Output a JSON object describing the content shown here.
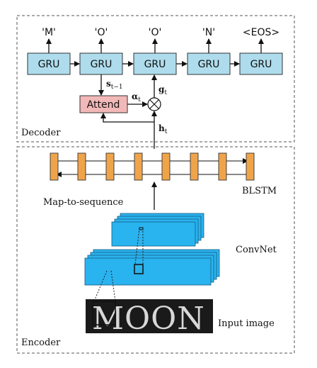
{
  "decoder": {
    "label": "Decoder",
    "outputs": [
      "'M'",
      "'O'",
      "'O'",
      "'N'",
      "<EOS>"
    ],
    "cell_label": "GRU",
    "attend_label": "Attend",
    "state_label": "s",
    "state_sub": "t−1",
    "alpha_label": "α",
    "alpha_sub": "t",
    "g_label": "g",
    "g_sub": "t",
    "h_label": "h",
    "h_sub": "t",
    "combine_symbol": "⊗"
  },
  "encoder": {
    "label": "Encoder",
    "blstm_label": "BLSTM",
    "map_label": "Map-to-sequence",
    "convnet_label": "ConvNet",
    "input_label": "Input image",
    "input_word": "MOON"
  },
  "colors": {
    "gru_fill": "#aedcec",
    "attend_fill": "#f2b8b8",
    "lstm_fill": "#f0a44a",
    "conv_fill": "#29b3ef",
    "frame": "#555555"
  }
}
